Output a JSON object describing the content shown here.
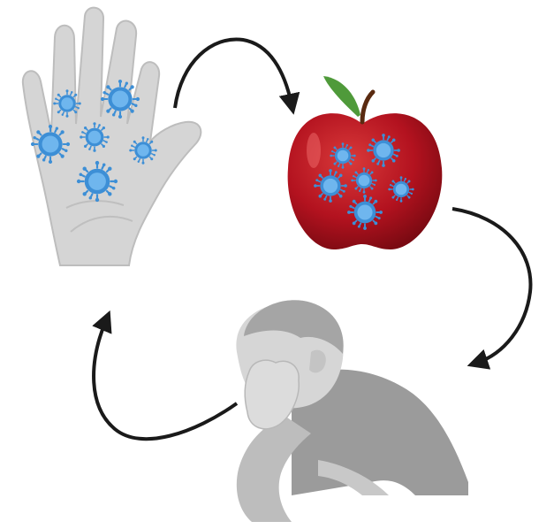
{
  "diagram": {
    "type": "transmission-cycle",
    "stages": [
      {
        "id": "hand",
        "icon": "contaminated-hand-icon"
      },
      {
        "id": "apple",
        "icon": "contaminated-apple-icon"
      },
      {
        "id": "person",
        "icon": "sick-person-icon"
      }
    ],
    "flow": [
      "hand",
      "apple",
      "person",
      "hand"
    ],
    "colors": {
      "virus": "#3d8fd6",
      "virus_core": "#6fb6ee",
      "apple": "#b3121f",
      "leaf": "#4f9a3a",
      "skin_gray": "#c9c9c9",
      "arrow": "#1a1a1a"
    }
  }
}
